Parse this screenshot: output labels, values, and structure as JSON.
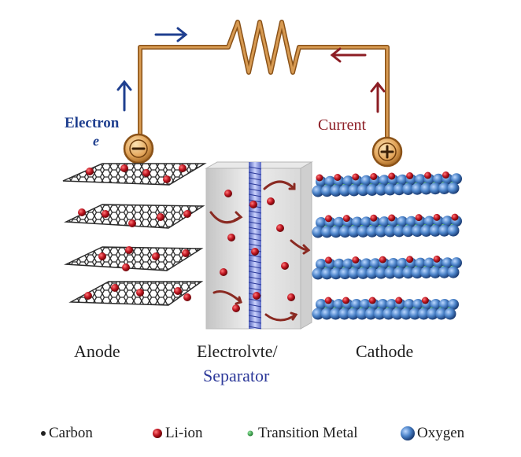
{
  "circuit": {
    "electron_label": "Electron",
    "electron_symbol": "e",
    "current_label": "Current",
    "negative_terminal": "−",
    "positive_terminal": "+"
  },
  "components": {
    "anode": "Anode",
    "electrolyte": "Electrolvte/",
    "separator": "Separator",
    "cathode": "Cathode"
  },
  "legend": {
    "carbon": "Carbon",
    "li_ion": "Li-ion",
    "transition_metal": "Transition Metal",
    "oxygen": "Oxygen"
  },
  "colors": {
    "wire": "#b8732a",
    "electron_arrow": "#1f3f8f",
    "current_arrow": "#8c1d24",
    "carbon": "#3a3a3a",
    "li_ion": "#b3121c",
    "transition_metal": "#2fb04a",
    "oxygen": "#4a82c8",
    "separator": "#6f7fd0"
  }
}
